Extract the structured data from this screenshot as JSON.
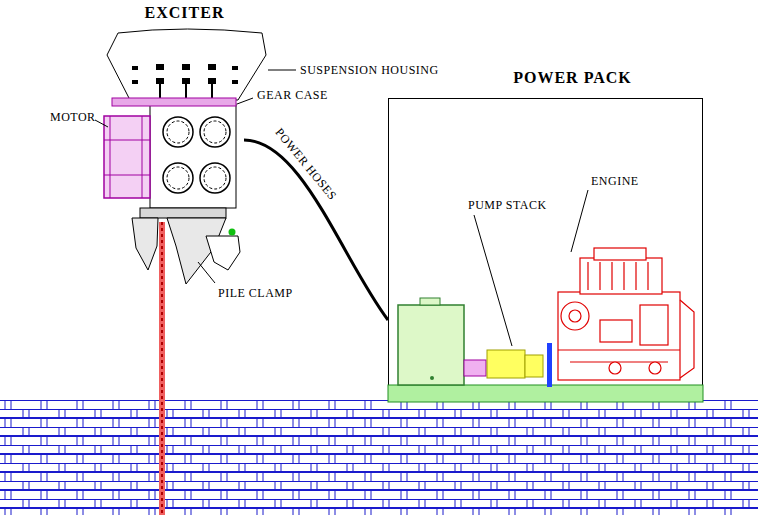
{
  "diagram": {
    "nodes": [
      {
        "text": [
          "EXCITER"
        ]
      },
      {
        "text": [
          "POWER PACK"
        ]
      }
    ],
    "edges": [
      {
        "from": 0,
        "to": 1,
        "arrow": "none",
        "label": "POWER HOSES"
      }
    ],
    "labels": [
      "SUSPENSION HOUSING",
      "GEAR CASE",
      "MOTOR",
      "PILE CLAMP",
      "PUMP STACK",
      "ENGINE"
    ]
  }
}
